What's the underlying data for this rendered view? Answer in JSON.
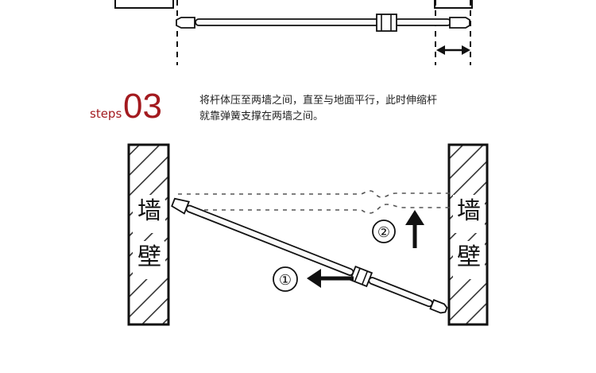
{
  "header": {
    "steps_word": "steps",
    "step_number": "03"
  },
  "instruction": {
    "line1": "将杆体压至两墙之间，直至与地面平行，此时伸缩杆",
    "line2": "就靠弹簧支撑在两墙之间。"
  },
  "walls": {
    "left_top": "墙",
    "left_bottom": "壁",
    "right_top": "墙",
    "right_bottom": "壁"
  },
  "steps": {
    "one": "①",
    "two": "②"
  },
  "colors": {
    "accent": "#a31a1f",
    "line": "#111111"
  }
}
